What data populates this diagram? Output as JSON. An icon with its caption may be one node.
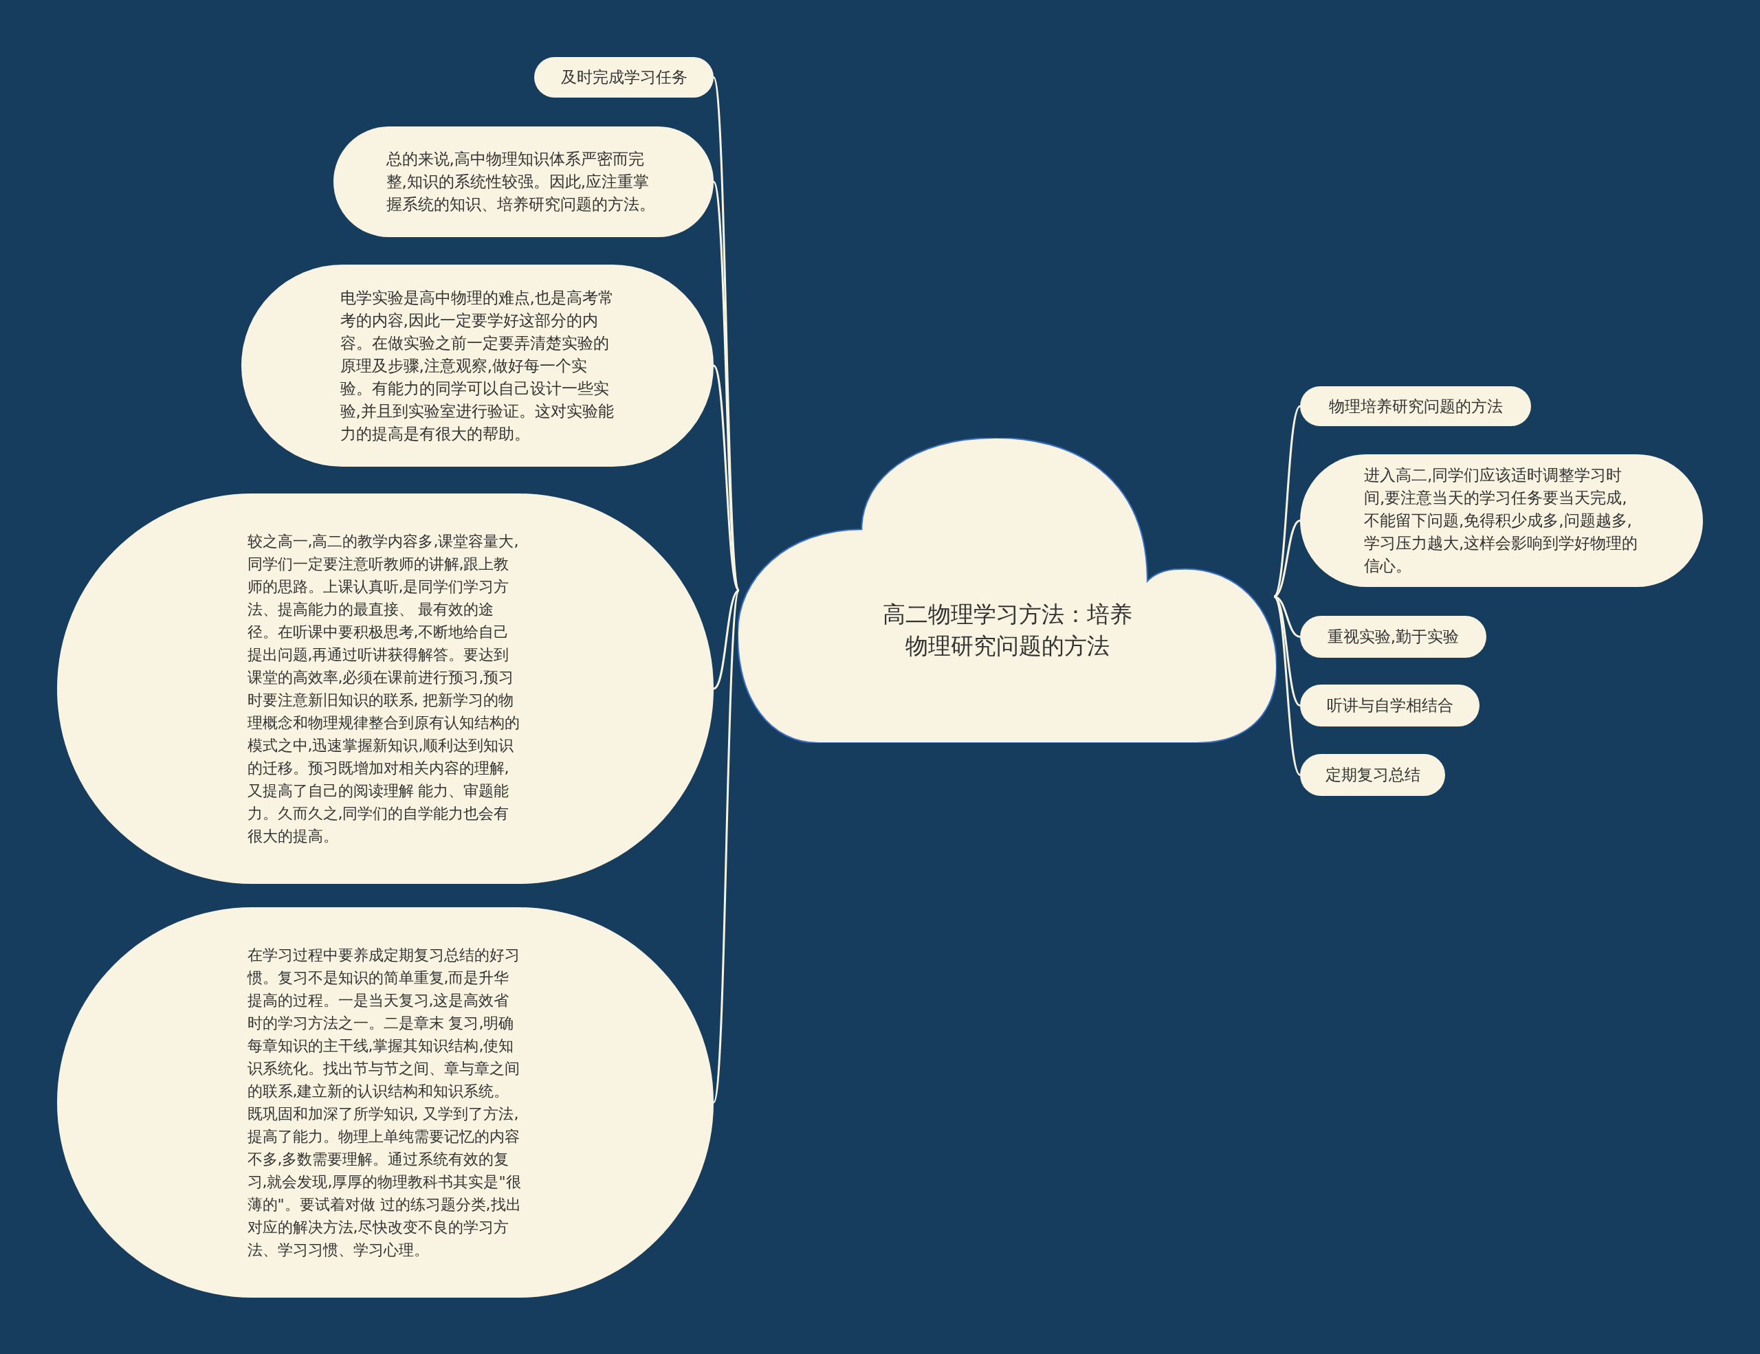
{
  "diagram": {
    "nodes": [
      {
        "text": [
          "高二物理学习方法：培养物理研究问题的方法"
        ]
      },
      {
        "text": [
          "及时完成学习任务"
        ]
      },
      {
        "text": [
          "总的来说,高中物理知识体系严密而完整,知识的系统性较强。因此,应注重掌握系统的知识、培养研究问题的方法。"
        ]
      },
      {
        "text": [
          "电学实验是高中物理的难点,也是高考常考的内容,因此一定要学好这部分的内容。在做实验之前一定要弄清楚实验的原理及步骤,注意观察,做好每一个实验。有能力的同学可以自己设计一些实验,并且到实验室进行验证。这对实验能力的提高是有很大的帮助。"
        ]
      },
      {
        "text": [
          "较之高一,高二的教学内容多,课堂容量大,同学们一定要注意听教师的讲解,跟上教师的思路。上课认真听,是同学们学习方法、提高能力的最直接、 最有效的途径。在听课中要积极思考,不断地给自己提出问题,再通过听讲获得解答。要达到课堂的高效率,必须在课前进行预习,预习时要注意新旧知识的联系, 把新学习的物理概念和物理规律整合到原有认知结构的模式之中,迅速掌握新知识,顺利达到知识的迁移。预习既增加对相关内容的理解,又提高了自己的阅读理解 能力、审题能力。久而久之,同学们的自学能力也会有很大的提高。"
        ]
      },
      {
        "text": [
          "在学习过程中要养成定期复习总结的好习惯。复习不是知识的简单重复,而是升华提高的过程。一是当天复习,这是高效省时的学习方法之一。二是章末 复习,明确每章知识的主干线,掌握其知识结构,使知识系统化。找出节与节之间、章与章之间的联系,建立新的认识结构和知识系统。既巩固和加深了所学知识, 又学到了方法,提高了能力。物理上单纯需要记忆的内容不多,多数需要理解。通过系统有效的复习,就会发现,厚厚的物理教科书其实是\"很薄的\"。要试着对做 过的练习题分类,找出对应的解决方法,尽快改变不良的学习方法、学习习惯、学习心理。"
        ]
      },
      {
        "text": [
          "物理培养研究问题的方法"
        ]
      },
      {
        "text": [
          "进入高二,同学们应该适时调整学习时间,要注意当天的学习任务要当天完成,不能留下问题,免得积少成多,问题越多,学习压力越大,这样会影响到学好物理的信心。"
        ]
      },
      {
        "text": [
          "重视实验,勤于实验"
        ]
      },
      {
        "text": [
          "听讲与自学相结合"
        ]
      },
      {
        "text": [
          "定期复习总结"
        ]
      }
    ],
    "edges": [
      {
        "from": 0,
        "to": 1,
        "arrow": "none"
      },
      {
        "from": 0,
        "to": 2,
        "arrow": "none"
      },
      {
        "from": 0,
        "to": 3,
        "arrow": "none"
      },
      {
        "from": 0,
        "to": 4,
        "arrow": "none"
      },
      {
        "from": 0,
        "to": 5,
        "arrow": "none"
      },
      {
        "from": 0,
        "to": 6,
        "arrow": "none"
      },
      {
        "from": 0,
        "to": 7,
        "arrow": "none"
      },
      {
        "from": 0,
        "to": 8,
        "arrow": "none"
      },
      {
        "from": 0,
        "to": 9,
        "arrow": "none"
      },
      {
        "from": 0,
        "to": 10,
        "arrow": "none"
      }
    ]
  }
}
